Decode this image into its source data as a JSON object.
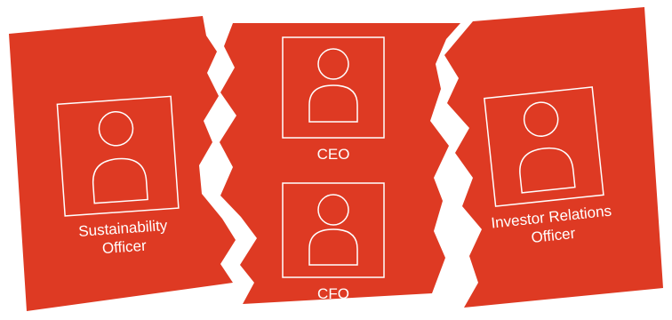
{
  "colors": {
    "panel": "#DE3A23",
    "line": "#FFFFFF",
    "background": "#FFFFFF"
  },
  "icon": "person-portrait-icon",
  "panels": {
    "left": {
      "line1": "Sustainability",
      "line2": "Officer"
    },
    "center": {
      "top_label": "CEO",
      "bottom_label": "CFO"
    },
    "right": {
      "line1": "Investor Relations",
      "line2": "Officer"
    }
  }
}
